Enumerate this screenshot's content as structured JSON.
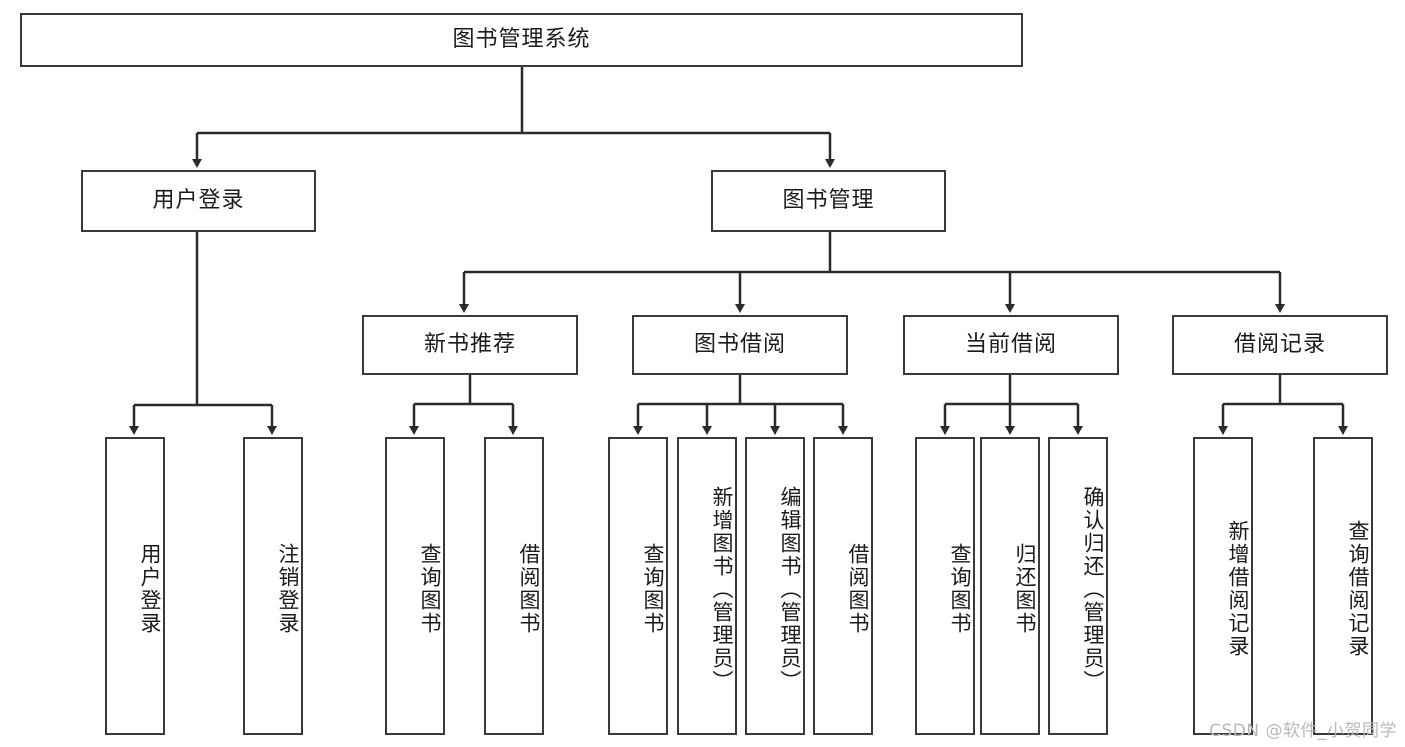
{
  "diagram": {
    "title": "图书管理系统",
    "type": "tree",
    "watermark": "CSDN @软件_小贺同学",
    "colors": {
      "box_border": "#3a3a3a",
      "box_fill": "#ffffff",
      "line": "#2b2b2b",
      "text": "#1b1b1b",
      "watermark": "#b9b9b9",
      "background": "#ffffff"
    },
    "levels": {
      "root": {
        "label": "图书管理系统"
      },
      "level2": [
        {
          "label": "用户登录"
        },
        {
          "label": "图书管理"
        }
      ],
      "level3": [
        {
          "label": "新书推荐"
        },
        {
          "label": "图书借阅"
        },
        {
          "label": "当前借阅"
        },
        {
          "label": "借阅记录"
        }
      ],
      "leaves_user_login": [
        {
          "label": "用户登录"
        },
        {
          "label": "注销登录"
        }
      ],
      "leaves_new_book": [
        {
          "label": "查询图书"
        },
        {
          "label": "借阅图书"
        }
      ],
      "leaves_borrow": [
        {
          "label": "查询图书"
        },
        {
          "label": "新增图书（管理员）"
        },
        {
          "label": "编辑图书（管理员）"
        },
        {
          "label": "借阅图书"
        }
      ],
      "leaves_current": [
        {
          "label": "查询图书"
        },
        {
          "label": "归还图书"
        },
        {
          "label": "确认归还（管理员）"
        }
      ],
      "leaves_record": [
        {
          "label": "新增借阅记录"
        },
        {
          "label": "查询借阅记录"
        }
      ]
    }
  }
}
